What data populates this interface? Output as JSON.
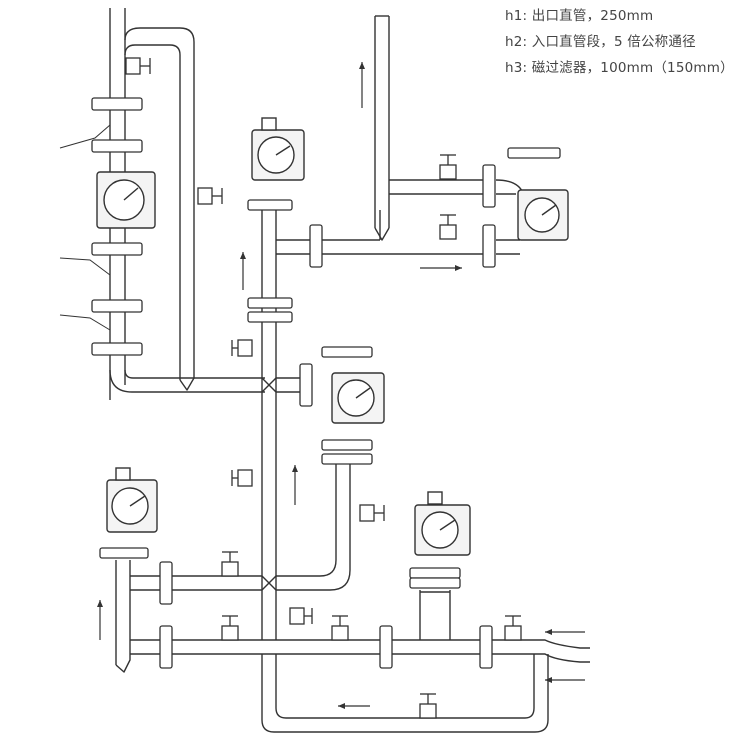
{
  "legend": {
    "h1": "h1: 出口直管，250mm",
    "h2": "h2: 入口直管段，5 倍公称通径",
    "h3": "h3: 磁过滤器，100mm（150mm）"
  },
  "colors": {
    "line": "#333333",
    "fill": "#ffffff",
    "meter_face": "#f4f4f4",
    "text": "#444444"
  },
  "components": {
    "flowmeter": "metal-tube-rotameter",
    "valve": "needle-valve",
    "flange": "pipe-flange",
    "arrow": "flow-direction-arrow"
  }
}
